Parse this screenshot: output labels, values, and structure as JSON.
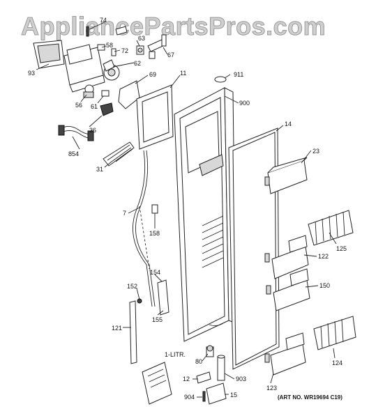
{
  "watermark": "AppliancePartsPros.com",
  "art_number": "(ART NO. WR19694 C19)",
  "callouts": {
    "c74": "74",
    "c58": "58",
    "c72": "72",
    "c63": "63",
    "c67": "67",
    "c93": "93",
    "c62": "62",
    "c69": "69",
    "c11": "11",
    "c911": "911",
    "c900": "900",
    "c56": "56",
    "c61": "61",
    "c36": "36",
    "c854": "854",
    "c14": "14",
    "c23": "23",
    "c31": "31",
    "c7": "7",
    "c158": "158",
    "c125": "125",
    "c122": "122",
    "c154": "154",
    "c152": "152",
    "c150": "150",
    "c121": "121",
    "c155": "155",
    "c1litr": "1-LITR.",
    "c80": "80",
    "c12": "12",
    "c903": "903",
    "c124": "124",
    "c123": "123",
    "c904": "904",
    "c15": "15"
  }
}
